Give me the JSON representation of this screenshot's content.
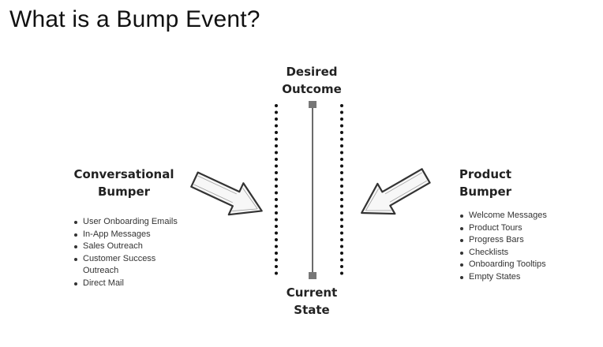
{
  "slide": {
    "title": "What is a Bump Event?"
  },
  "diagram": {
    "top_label": [
      "Desired",
      "Outcome"
    ],
    "bottom_label": [
      "Current",
      "State"
    ],
    "left": {
      "heading": [
        "Conversational",
        "Bumper"
      ],
      "items": [
        "User Onboarding Emails",
        "In-App Messages",
        "Sales Outreach",
        "Customer Success Outreach",
        "Direct Mail"
      ]
    },
    "right": {
      "heading": [
        "Product",
        "Bumper"
      ],
      "items": [
        "Welcome Messages",
        "Product Tours",
        "Progress Bars",
        "Checklists",
        "Onboarding Tooltips",
        "Empty States"
      ]
    },
    "colors": {
      "line": "#6b6b6b",
      "dots": "#111111",
      "arrow_stroke": "#333333",
      "arrow_fill": "#f7f7f7"
    }
  }
}
